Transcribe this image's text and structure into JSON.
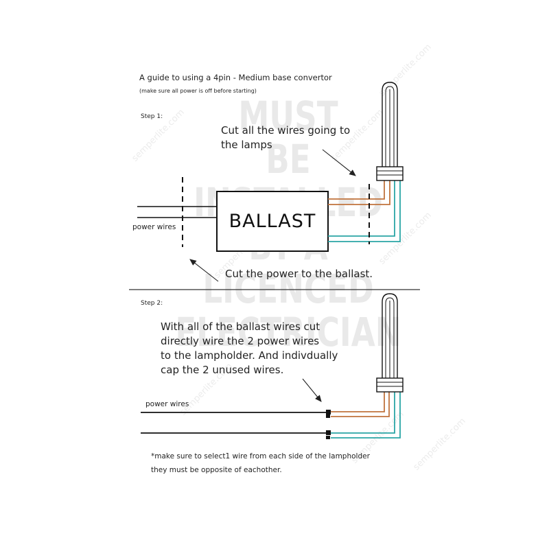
{
  "title": "A guide to using a 4pin - Medium base convertor",
  "subtitle": "(make sure all power is off before starting)",
  "step1": {
    "label": "Step 1:",
    "cut_wires_line1": "Cut all the wires going to",
    "cut_wires_line2": "the lamps",
    "ballast": "BALLAST",
    "power_wires": "power wires",
    "cut_power": "Cut the power to the ballast."
  },
  "step2": {
    "label": "Step 2:",
    "instruction_line1": "With all of the ballast wires cut",
    "instruction_line2": "directly wire the 2 power wires",
    "instruction_line3": "to the lampholder. And indivdually",
    "instruction_line4": "cap the 2 unused wires.",
    "power_wires": "power wires",
    "note_line1": "*make sure to select1 wire from each side of the lampholder",
    "note_line2": "they must be opposite of eachother."
  },
  "watermark": {
    "big_lines": [
      "MUST",
      "BE",
      "INSTALLED",
      "BY A",
      "LICENCED",
      "ELECTRICIAN"
    ],
    "small": "semperlite.com"
  },
  "colors": {
    "orange_wire": "#c0733d",
    "teal_wire": "#2aa5a5",
    "black": "#111111",
    "divider": "#333333"
  }
}
